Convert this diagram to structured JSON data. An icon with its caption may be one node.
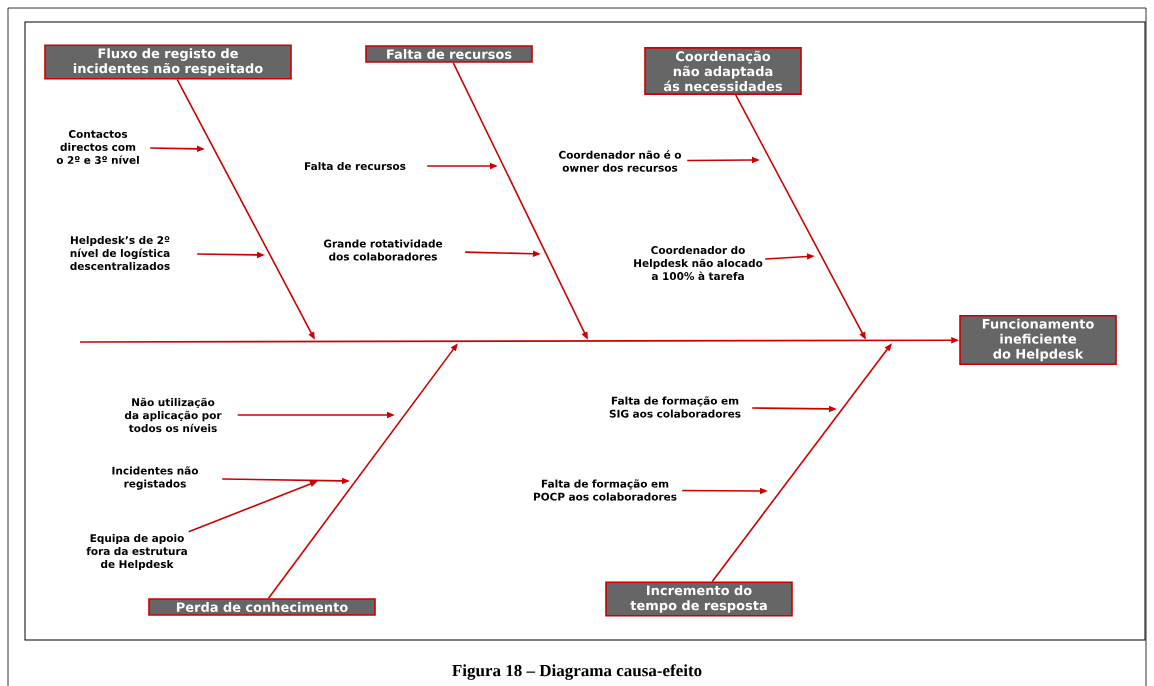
{
  "diagram": {
    "caption": "Figura 18 – Diagrama causa-efeito",
    "nodes": [
      {
        "text": [
          "Fluxo de registo de incidentes não respeitado"
        ]
      },
      {
        "text": [
          "Falta de recursos"
        ]
      },
      {
        "text": [
          "Coordenação não adaptada ás necessidades"
        ]
      },
      {
        "text": [
          "Funcionamento ineficiente do Helpdesk"
        ]
      },
      {
        "text": [
          "Perda de conhecimento"
        ]
      },
      {
        "text": [
          "Incremento do tempo de resposta"
        ]
      },
      {
        "text": [
          "Contactos directos com o 2º e 3º nível"
        ]
      },
      {
        "text": [
          "Helpdesk’s de 2º nível de logística descentralizados"
        ]
      },
      {
        "text": [
          "Falta de recursos"
        ]
      },
      {
        "text": [
          "Grande rotatividade dos colaboradores"
        ]
      },
      {
        "text": [
          "Coordenador não é o owner dos recursos"
        ]
      },
      {
        "text": [
          "Coordenador do Helpdesk não alocado a 100% à tarefa"
        ]
      },
      {
        "text": [
          "Não utilização da aplicação por todos os níveis"
        ]
      },
      {
        "text": [
          "Incidentes não registados"
        ]
      },
      {
        "text": [
          "Equipa de apoio fora da estrutura de Helpdesk"
        ]
      },
      {
        "text": [
          "Falta de formação em SIG aos colaboradores"
        ]
      },
      {
        "text": [
          "Falta de formação em POCP aos colaboradores"
        ]
      }
    ],
    "edges": [
      {
        "from": null,
        "to": 3,
        "arrow": "to"
      },
      {
        "from": 0,
        "to": null,
        "arrow": "to"
      },
      {
        "from": 1,
        "to": null,
        "arrow": "to"
      },
      {
        "from": 2,
        "to": null,
        "arrow": "to"
      },
      {
        "from": 4,
        "to": null,
        "arrow": "to"
      },
      {
        "from": 5,
        "to": null,
        "arrow": "to"
      },
      {
        "from": 6,
        "to": null,
        "arrow": "to"
      },
      {
        "from": 7,
        "to": null,
        "arrow": "to"
      },
      {
        "from": 8,
        "to": null,
        "arrow": "to"
      },
      {
        "from": 9,
        "to": null,
        "arrow": "to"
      },
      {
        "from": 10,
        "to": null,
        "arrow": "to"
      },
      {
        "from": 11,
        "to": null,
        "arrow": "to"
      },
      {
        "from": 12,
        "to": null,
        "arrow": "to"
      },
      {
        "from": 13,
        "to": null,
        "arrow": "to"
      },
      {
        "from": 14,
        "to": null,
        "arrow": "to"
      },
      {
        "from": 15,
        "to": null,
        "arrow": "to"
      },
      {
        "from": 16,
        "to": null,
        "arrow": "to"
      }
    ]
  }
}
